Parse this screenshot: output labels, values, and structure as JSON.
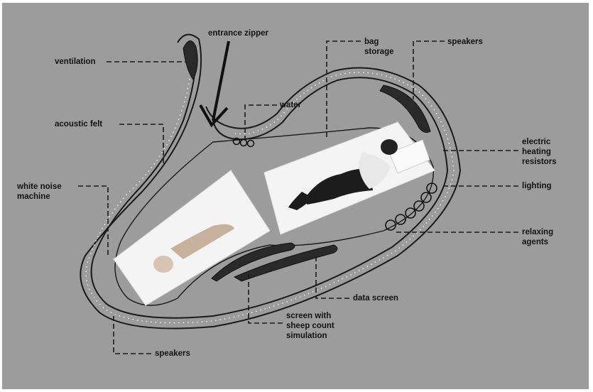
{
  "labels": {
    "entrance_zipper": "entrance zipper",
    "ventilation": "ventilation",
    "bag_storage": "bag\nstorage",
    "speakers_top": "speakers",
    "water": "water",
    "acoustic_felt": "acoustic felt",
    "electric_heating": "electric\nheating\nresistors",
    "white_noise": "white noise\nmachine",
    "lighting": "lighting",
    "relaxing_agents": "relaxing\nagents",
    "data_screen": "data screen",
    "sheep_screen": "screen with\nsheep count\nsimulation",
    "speakers_bottom": "speakers"
  },
  "colors": {
    "background": "#9c9c9c",
    "lines": "#1a1a1a",
    "bedding": "#f4f4f4"
  }
}
